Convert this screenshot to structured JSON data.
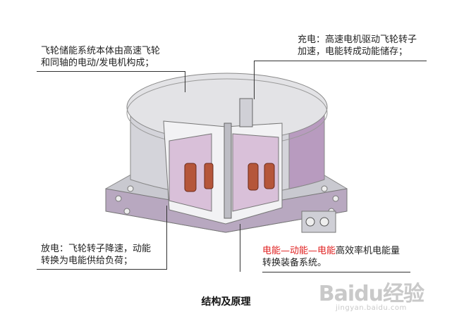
{
  "annotations": {
    "top_left": [
      "飞轮储能系统本体由高速飞轮",
      "和同轴的电动/发电机构成；"
    ],
    "top_right": [
      "充电：高速电机驱动飞轮转子",
      "加速，电能转成动能储存；"
    ],
    "bottom_left": [
      "放电：飞轮转子降速，动能",
      "转换为电能供给负荷；"
    ],
    "bottom_right": {
      "highlight": "电能—动能—电能",
      "rest_line1": "高效率机电能量",
      "line2": "转换装备系统。"
    }
  },
  "caption": "结构及原理",
  "watermark": {
    "logo": "Baidu经验",
    "url": "jingyan.baidu.com"
  },
  "colors": {
    "highlight": "#e02020",
    "body": "#d8d8dc",
    "cut": "#c9a0c9",
    "copper": "#b04a2e"
  }
}
